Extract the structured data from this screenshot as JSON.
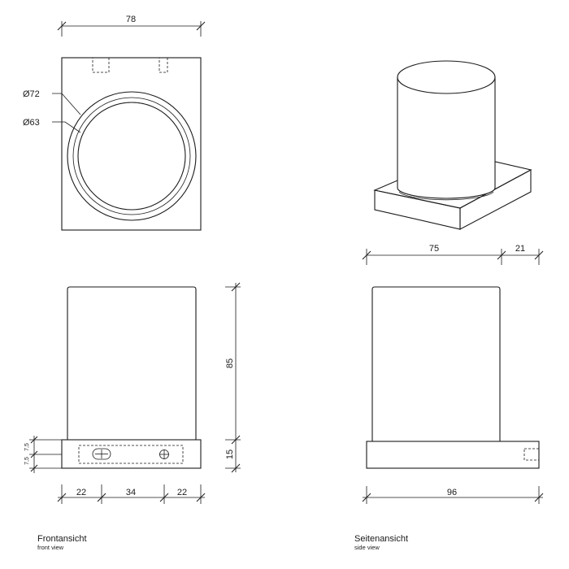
{
  "dimensions": {
    "top_width": "78",
    "outer_diameter": "Ø72",
    "inner_diameter": "Ø63",
    "side_depth": "75",
    "side_offset": "21",
    "front_height": "85",
    "base_height": "15",
    "screw_offset_a": "7,5",
    "screw_offset_b": "7,5",
    "left_margin": "22",
    "screw_spacing": "34",
    "right_margin": "22",
    "side_width": "96"
  },
  "captions": {
    "front": {
      "title": "Frontansicht",
      "subtitle": "front view"
    },
    "side": {
      "title": "Seitenansicht",
      "subtitle": "side view"
    }
  }
}
